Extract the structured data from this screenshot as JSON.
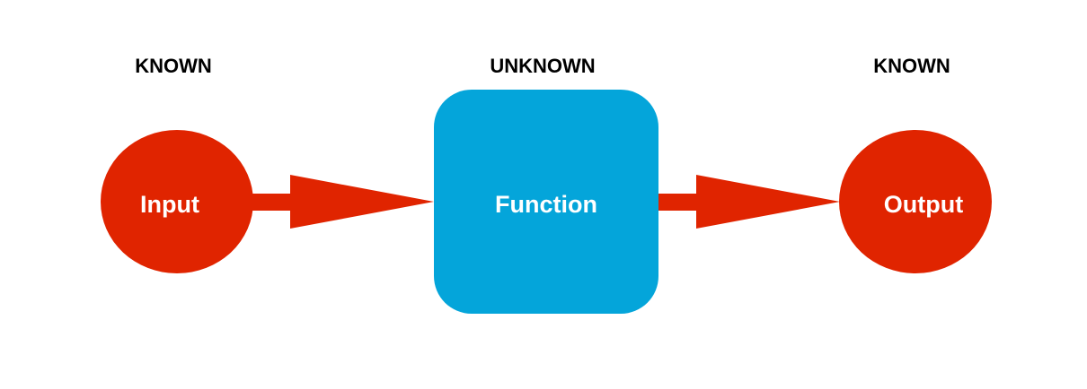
{
  "labels": {
    "input_status": "KNOWN",
    "function_status": "UNKNOWN",
    "output_status": "KNOWN"
  },
  "nodes": {
    "input": "Input",
    "function": "Function",
    "output": "Output"
  },
  "colors": {
    "node_red": "#E02400",
    "function_blue": "#04A5DA",
    "arrow": "#E02400"
  }
}
